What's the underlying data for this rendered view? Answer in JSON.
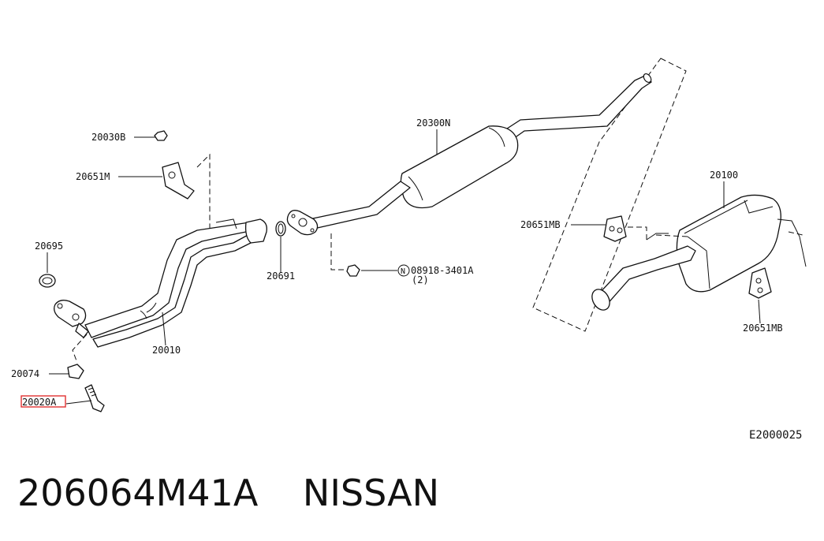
{
  "diagram": {
    "code": "E2000025",
    "labels": {
      "p20030B": "20030B",
      "p20651M": "20651M",
      "p20695": "20695",
      "p20074": "20074",
      "p20020A": "20020A",
      "p20010": "20010",
      "p20691": "20691",
      "p20300N": "20300N",
      "p08918": "08918-3401A",
      "p08918_qty": "(2)",
      "p08918_mark": "N",
      "p20651MB_a": "20651MB",
      "p20651MB_b": "20651MB",
      "p20100": "20100"
    },
    "highlight_color": "#e03030"
  },
  "footer": {
    "part_number": "206064M41A",
    "brand": "NISSAN"
  }
}
